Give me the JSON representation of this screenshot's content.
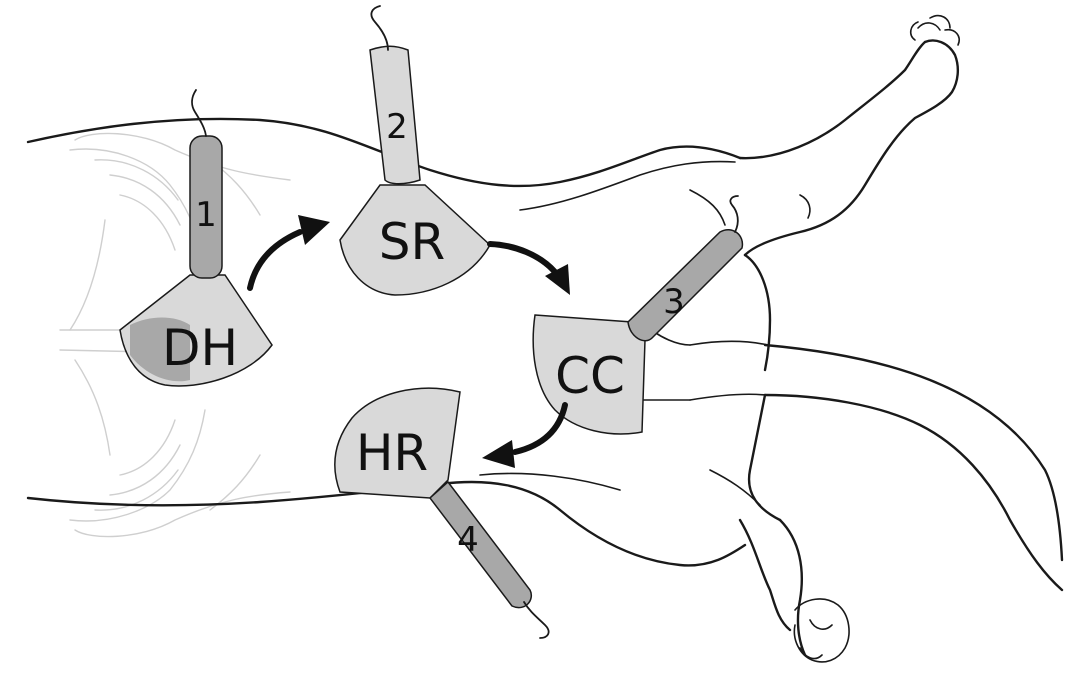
{
  "colors": {
    "probe_light": "#d9d9d9",
    "probe_dark": "#a8a8a8",
    "outline": "#1a1a1a",
    "skeleton": "#cfcfcf",
    "arrow": "#111111"
  },
  "positions": [
    {
      "label": "DH",
      "probe_number": "1"
    },
    {
      "label": "SR",
      "probe_number": "2"
    },
    {
      "label": "CC",
      "probe_number": "3"
    },
    {
      "label": "HR",
      "probe_number": "4"
    }
  ],
  "sequence": [
    "DH",
    "SR",
    "CC",
    "HR"
  ]
}
